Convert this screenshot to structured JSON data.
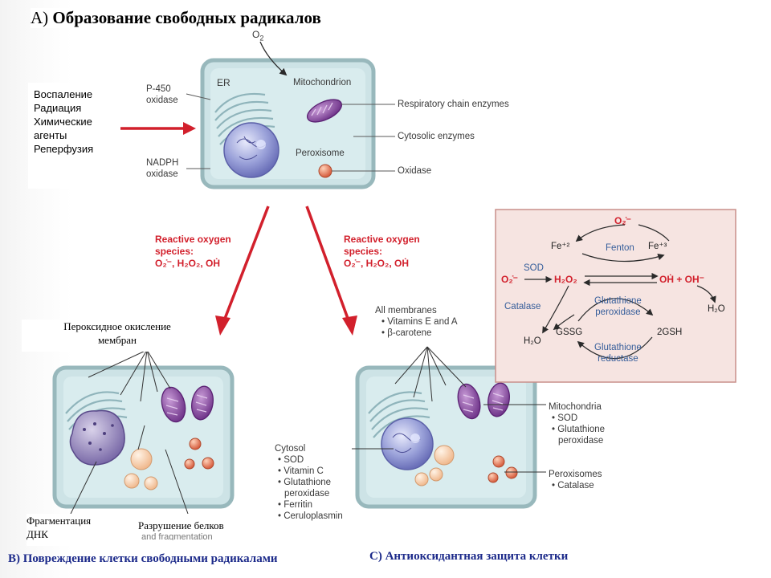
{
  "section_a": {
    "prefix": "A) ",
    "title": "Образование свободных радикалов"
  },
  "stimuli": [
    "Воспаление",
    "Радиация",
    "Химические",
    "агенты",
    "Реперфузия"
  ],
  "top_cell": {
    "o2": "O",
    "o2_sub": "2",
    "er": "ER",
    "mitochondrion": "Mitochondrion",
    "p450_line1": "P-450",
    "p450_line2": "oxidase",
    "nadph_line1": "NADPH",
    "nadph_line2": "oxidase",
    "peroxisome": "Peroxisome",
    "respiratory": "Respiratory chain enzymes",
    "cytosolic": "Cytosolic enzymes",
    "oxidase": "Oxidase"
  },
  "ros_left": {
    "line1": "Reactive oxygen",
    "line2": "species:",
    "line3": "O₂̇⁻, H₂O₂, OḢ"
  },
  "ros_right": {
    "line1": "Reactive oxygen",
    "line2": "species:",
    "line3": "O₂̇⁻, H₂O₂, OḢ"
  },
  "lipid_peroxidation": {
    "line1": "Пероксидное окисление",
    "line2": "мембран"
  },
  "dna_fragmentation": {
    "line1": "Фрагментация",
    "line2": "ДНК"
  },
  "protein_damage": {
    "line1": "Разрушение белков",
    "line2": "and fragmentation"
  },
  "section_b": "B) Повреждение клетки свободными радикалами",
  "section_c": "C) Антиоксидантная защита клетки",
  "right_cell": {
    "all_membranes": "All membranes",
    "membrane_items": [
      "• Vitamins E and A",
      "• β-carotene"
    ],
    "cytosol": "Cytosol",
    "cytosol_items": [
      "• SOD",
      "• Vitamin C",
      "• Glutathione",
      "  peroxidase",
      "• Ferritin",
      "• Ceruloplasmin"
    ],
    "mitochondria": "Mitochondria",
    "mito_items": [
      "• SOD",
      "• Glutathione",
      "  peroxidase"
    ],
    "peroxisomes": "Peroxisomes",
    "perox_items": [
      "• Catalase"
    ]
  },
  "reaction_box": {
    "o2_top": "O₂̇⁻",
    "fe2": "Fe⁺²",
    "fenton": "Fenton",
    "fe3": "Fe⁺³",
    "sod": "SOD",
    "o2_left": "O₂̇⁻",
    "h2o2": "H₂O₂",
    "oh": "OḢ + OH⁻",
    "catalase": "Catalase",
    "h2o_right": "H₂O",
    "gp1": "Glutathione",
    "gp2": "peroxidase",
    "gssg": "GSSG",
    "gsh": "2GSH",
    "h2o_left": "H₂O",
    "gr1": "Glutathione",
    "gr2": "reductase"
  },
  "colors": {
    "cell_fill": "#cde3e6",
    "cell_border": "#98b8bc",
    "arrow_red": "#d2202c",
    "box_fill": "#f6e4e1",
    "mito": "#7b4593",
    "nucleus": "#7d85c9"
  }
}
